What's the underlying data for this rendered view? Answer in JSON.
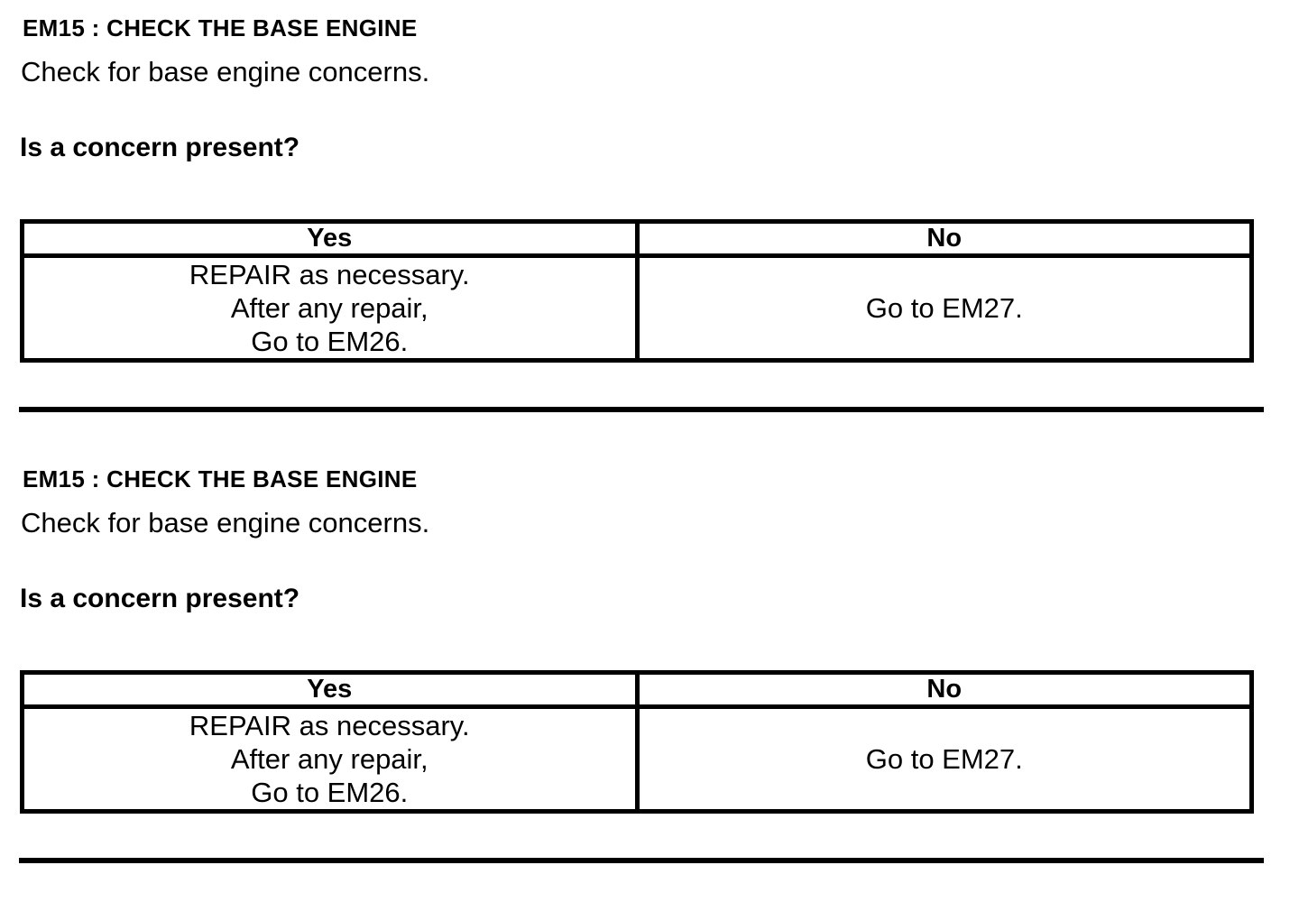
{
  "page": {
    "background_color": "#ffffff",
    "text_color": "#000000"
  },
  "sections": [
    {
      "heading": "EM15 : CHECK THE BASE ENGINE",
      "description": "Check for base engine concerns.",
      "question": "Is a concern present?",
      "table": {
        "headers": [
          "Yes",
          "No"
        ],
        "yes_lines": [
          "REPAIR as necessary.",
          "After any repair,",
          "Go to EM26."
        ],
        "no_text": "Go to EM27."
      }
    },
    {
      "heading": "EM15 : CHECK THE BASE ENGINE",
      "description": "Check for base engine concerns.",
      "question": "Is a concern present?",
      "table": {
        "headers": [
          "Yes",
          "No"
        ],
        "yes_lines": [
          "REPAIR as necessary.",
          "After any repair,",
          "Go to EM26."
        ],
        "no_text": "Go to EM27."
      }
    }
  ]
}
